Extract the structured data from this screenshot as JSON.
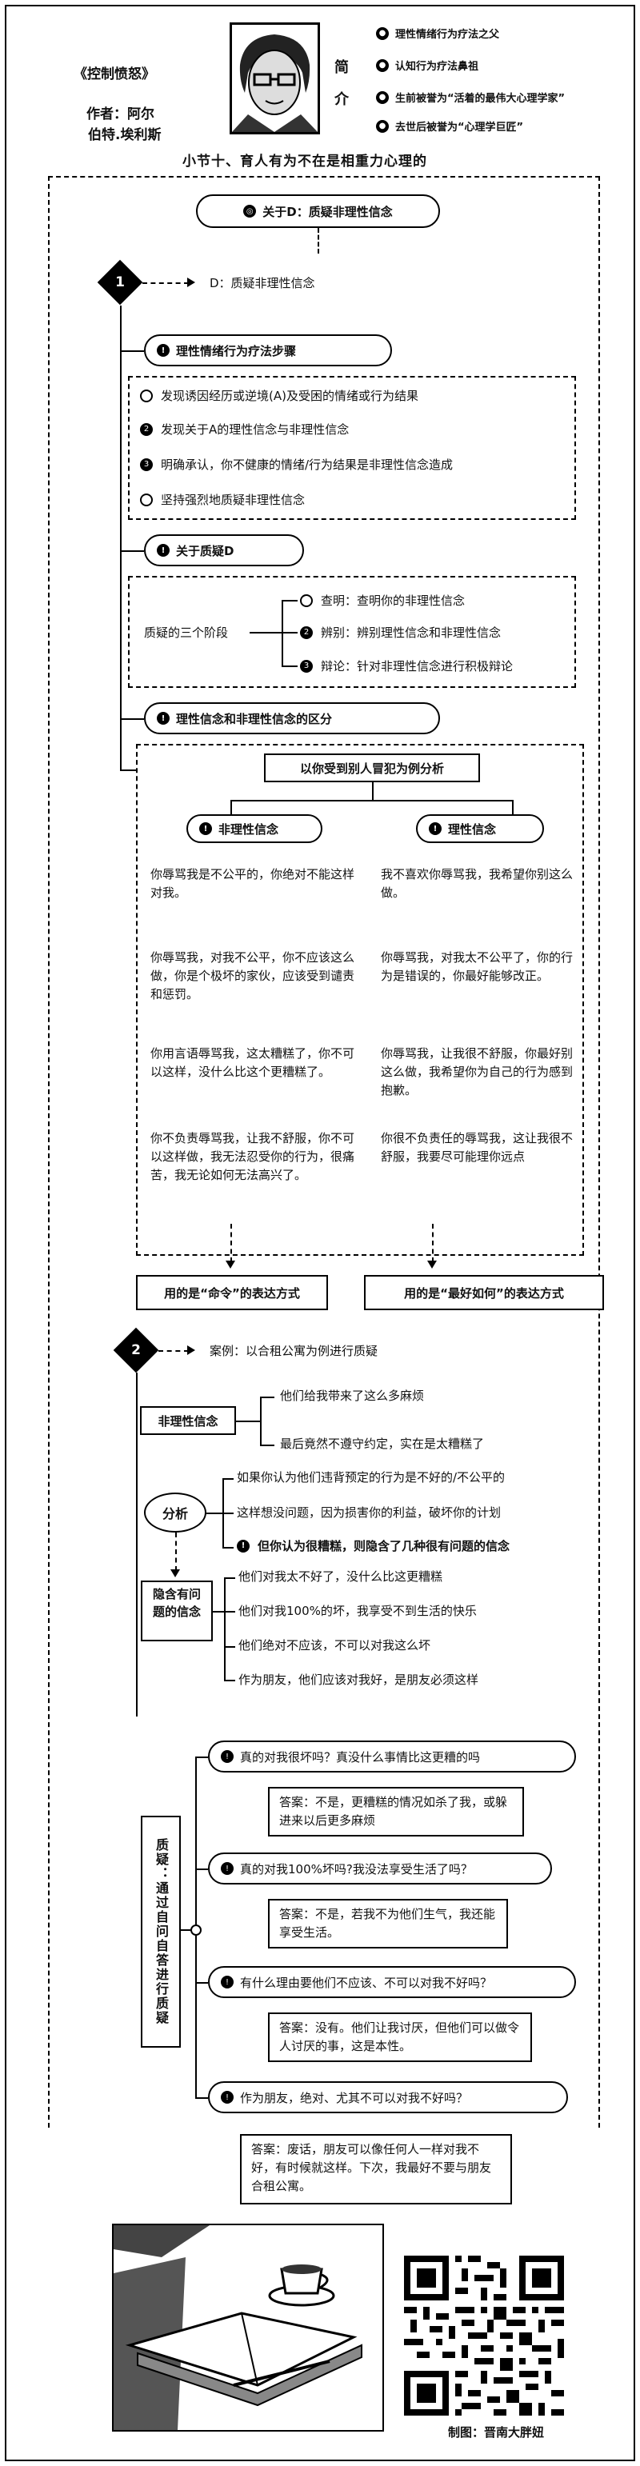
{
  "header": {
    "book_title": "《控制愤怒》",
    "author_label": "作者：阿尔",
    "author_name": "伯特.埃利斯",
    "intro_chars": [
      "简",
      "介"
    ],
    "bio_items": [
      "理性情绪行为疗法之父",
      "认知行为疗法鼻祖",
      "生前被誉为“活着的最伟大心理学家”",
      "去世后被誉为“心理学巨匠”"
    ],
    "subtitle": "小节十、育人有为不在是相重力心理的"
  },
  "section_title": "关于D：质疑非理性信念",
  "part1": {
    "number": "1",
    "heading": "D：质疑非理性信念",
    "steps_title": "理性情绪行为疗法步骤",
    "steps": [
      "发现诱因经历或逆境(A)及受困的情绪或行为结果",
      "发现关于A的理性信念与非理性信念",
      "明确承认，你不健康的情绪/行为结果是非理性信念造成",
      "坚持强烈地质疑非理性信念"
    ],
    "about_d_title": "关于质疑D",
    "stages_label": "质疑的三个阶段",
    "stages": [
      "查明：查明你的非理性信念",
      "辨别：辨别理性信念和非理性信念",
      "辩论：针对非理性信念进行积极辩论"
    ],
    "diff_title": "理性信念和非理性信念的区分",
    "example_title": "以你受到别人冒犯为例分析",
    "irrational_label": "非理性信念",
    "rational_label": "理性信念",
    "irrational_items": [
      "你辱骂我是不公平的，你绝对不能这样对我。",
      "你辱骂我，对我不公平，你不应该这么做，你是个极坏的家伙，应该受到谴责和惩罚。",
      "你用言语辱骂我，这太糟糕了，你不可以这样，没什么比这个更糟糕了。",
      "你不负责辱骂我，让我不舒服，你不可以这样做，我无法忍受你的行为，很痛苦，我无论如何无法高兴了。"
    ],
    "rational_items": [
      "我不喜欢你辱骂我，我希望你别这么做。",
      "你辱骂我，对我太不公平了，你的行为是错误的，你最好能够改正。",
      "你辱骂我，让我很不舒服，你最好别这么做，我希望你为自己的行为感到抱歉。",
      "你很不负责任的辱骂我，这让我很不舒服，我要尽可能理你远点"
    ],
    "irrational_conclusion": "用的是“命令”的表达方式",
    "rational_conclusion": "用的是“最好如何”的表达方式"
  },
  "part2": {
    "number": "2",
    "heading": "案例：以合租公寓为例进行质疑",
    "irrational_label": "非理性信念",
    "irrational_items": [
      "他们给我带来了这么多麻烦",
      "最后竟然不遵守约定，实在是太糟糕了"
    ],
    "analysis_label": "分析",
    "analysis_items": [
      "如果你认为他们违背预定的行为是不好的/不公平的",
      "这样想没问题，因为损害你的利益，破坏你的计划"
    ],
    "analysis_highlight": "但你认为很糟糕，则隐含了几种很有问题的信念",
    "hidden_label": "隐含有问题的信念",
    "hidden_items": [
      "他们对我太不好了，没什么比这更糟糕",
      "他们对我100%的坏，我享受不到生活的快乐",
      "他们绝对不应该，不可以对我这么坏",
      "作为朋友，他们应该对我好，是朋友必须这样"
    ],
    "question_label": "质疑：通过自问自答进行质疑",
    "qa": [
      {
        "q": "真的对我很坏吗？真没什么事情比这更糟的吗",
        "a": "答案：不是，更糟糕的情况如杀了我，或躲进来以后更多麻烦"
      },
      {
        "q": "真的对我100%坏吗?我没法享受生活了吗？",
        "a": "答案：不是，若我不为他们生气，我还能享受生活。"
      },
      {
        "q": "有什么理由要他们不应该、不可以对我不好吗？",
        "a": "答案：没有。他们让我讨厌，但他们可以做令人讨厌的事，这是本性。"
      },
      {
        "q": "作为朋友，绝对、尤其不可以对我不好吗？",
        "a": "答案：废话，朋友可以像任何人一样对我不好，有时候就这样。下次，我最好不要与朋友合租公寓。"
      }
    ]
  },
  "footer": {
    "maker": "制图：晋南大胖妞"
  }
}
